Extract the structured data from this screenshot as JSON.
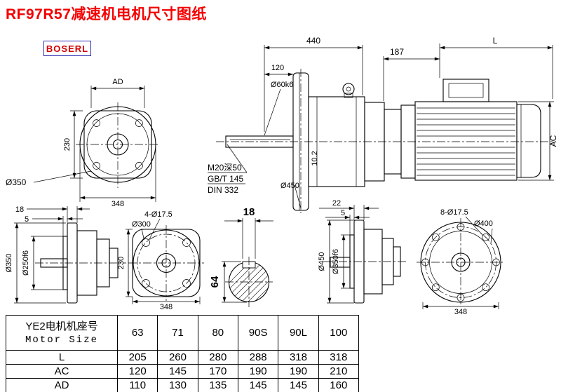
{
  "page": {
    "title": "RF97R57减速机电机尺寸图纸",
    "brand": "BOSERL"
  },
  "colors": {
    "title_red": "#f40000",
    "brand_red": "#d40000",
    "brand_border_blue": "#2b2bb4",
    "line": "#000000"
  },
  "labels": {
    "tl": {
      "ad": "AD",
      "d230": "230",
      "d348": "348",
      "dia350": "Ø350"
    },
    "side": {
      "d440": "440",
      "d120": "120",
      "shaft": "Ø60k6",
      "tap": "M20深50",
      "std1": "GB/T 145",
      "std2": "DIN 332",
      "dia450": "Ø450",
      "key": "10.2",
      "d187": "187",
      "L": "L",
      "AC": "AC"
    },
    "b1": {
      "d18": "18",
      "d5": "5",
      "dia350": "Ø350",
      "dia250": "Ø250f6"
    },
    "b2": {
      "holes": "4-Ø17.5",
      "dia300": "Ø300",
      "d230": "230",
      "d348": "348"
    },
    "b3": {
      "w18": "18",
      "h64": "64"
    },
    "b4": {
      "d22": "22",
      "d5": "5",
      "dia450": "Ø450",
      "dia350": "Ø350f6"
    },
    "b5": {
      "holes": "8-Ø17.5",
      "dia400": "Ø400",
      "d348": "348"
    }
  },
  "table": {
    "header_cn": "YE2电机机座号",
    "header_en": "Motor Size",
    "sizes": [
      "63",
      "71",
      "80",
      "90S",
      "90L",
      "100"
    ],
    "rows": [
      {
        "label": "L",
        "values": [
          "205",
          "260",
          "280",
          "288",
          "318",
          "318"
        ]
      },
      {
        "label": "AC",
        "values": [
          "120",
          "145",
          "170",
          "190",
          "190",
          "210"
        ]
      },
      {
        "label": "AD",
        "values": [
          "110",
          "130",
          "135",
          "145",
          "145",
          "160"
        ]
      }
    ]
  }
}
